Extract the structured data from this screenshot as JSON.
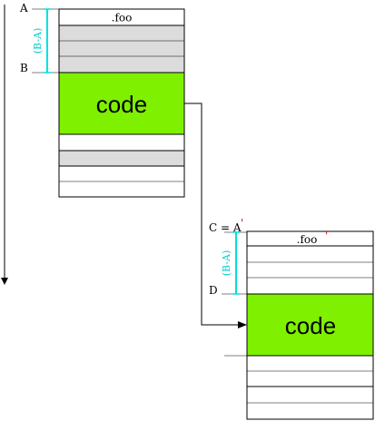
{
  "left": {
    "label_a": "A",
    "label_b": "B",
    "header": ".foo",
    "code": "code",
    "brace": "(B-A)"
  },
  "right": {
    "label_c": "C = A",
    "label_d": "D",
    "header": ".foo",
    "code": "code",
    "brace": "(B-A)",
    "prime_mark": "'"
  },
  "colors": {
    "code_fill": "#7ff000",
    "shade_fill": "#dcdcdc",
    "brace_color": "#00e0e0",
    "prime_color": "#e00000",
    "line": "#000000"
  }
}
